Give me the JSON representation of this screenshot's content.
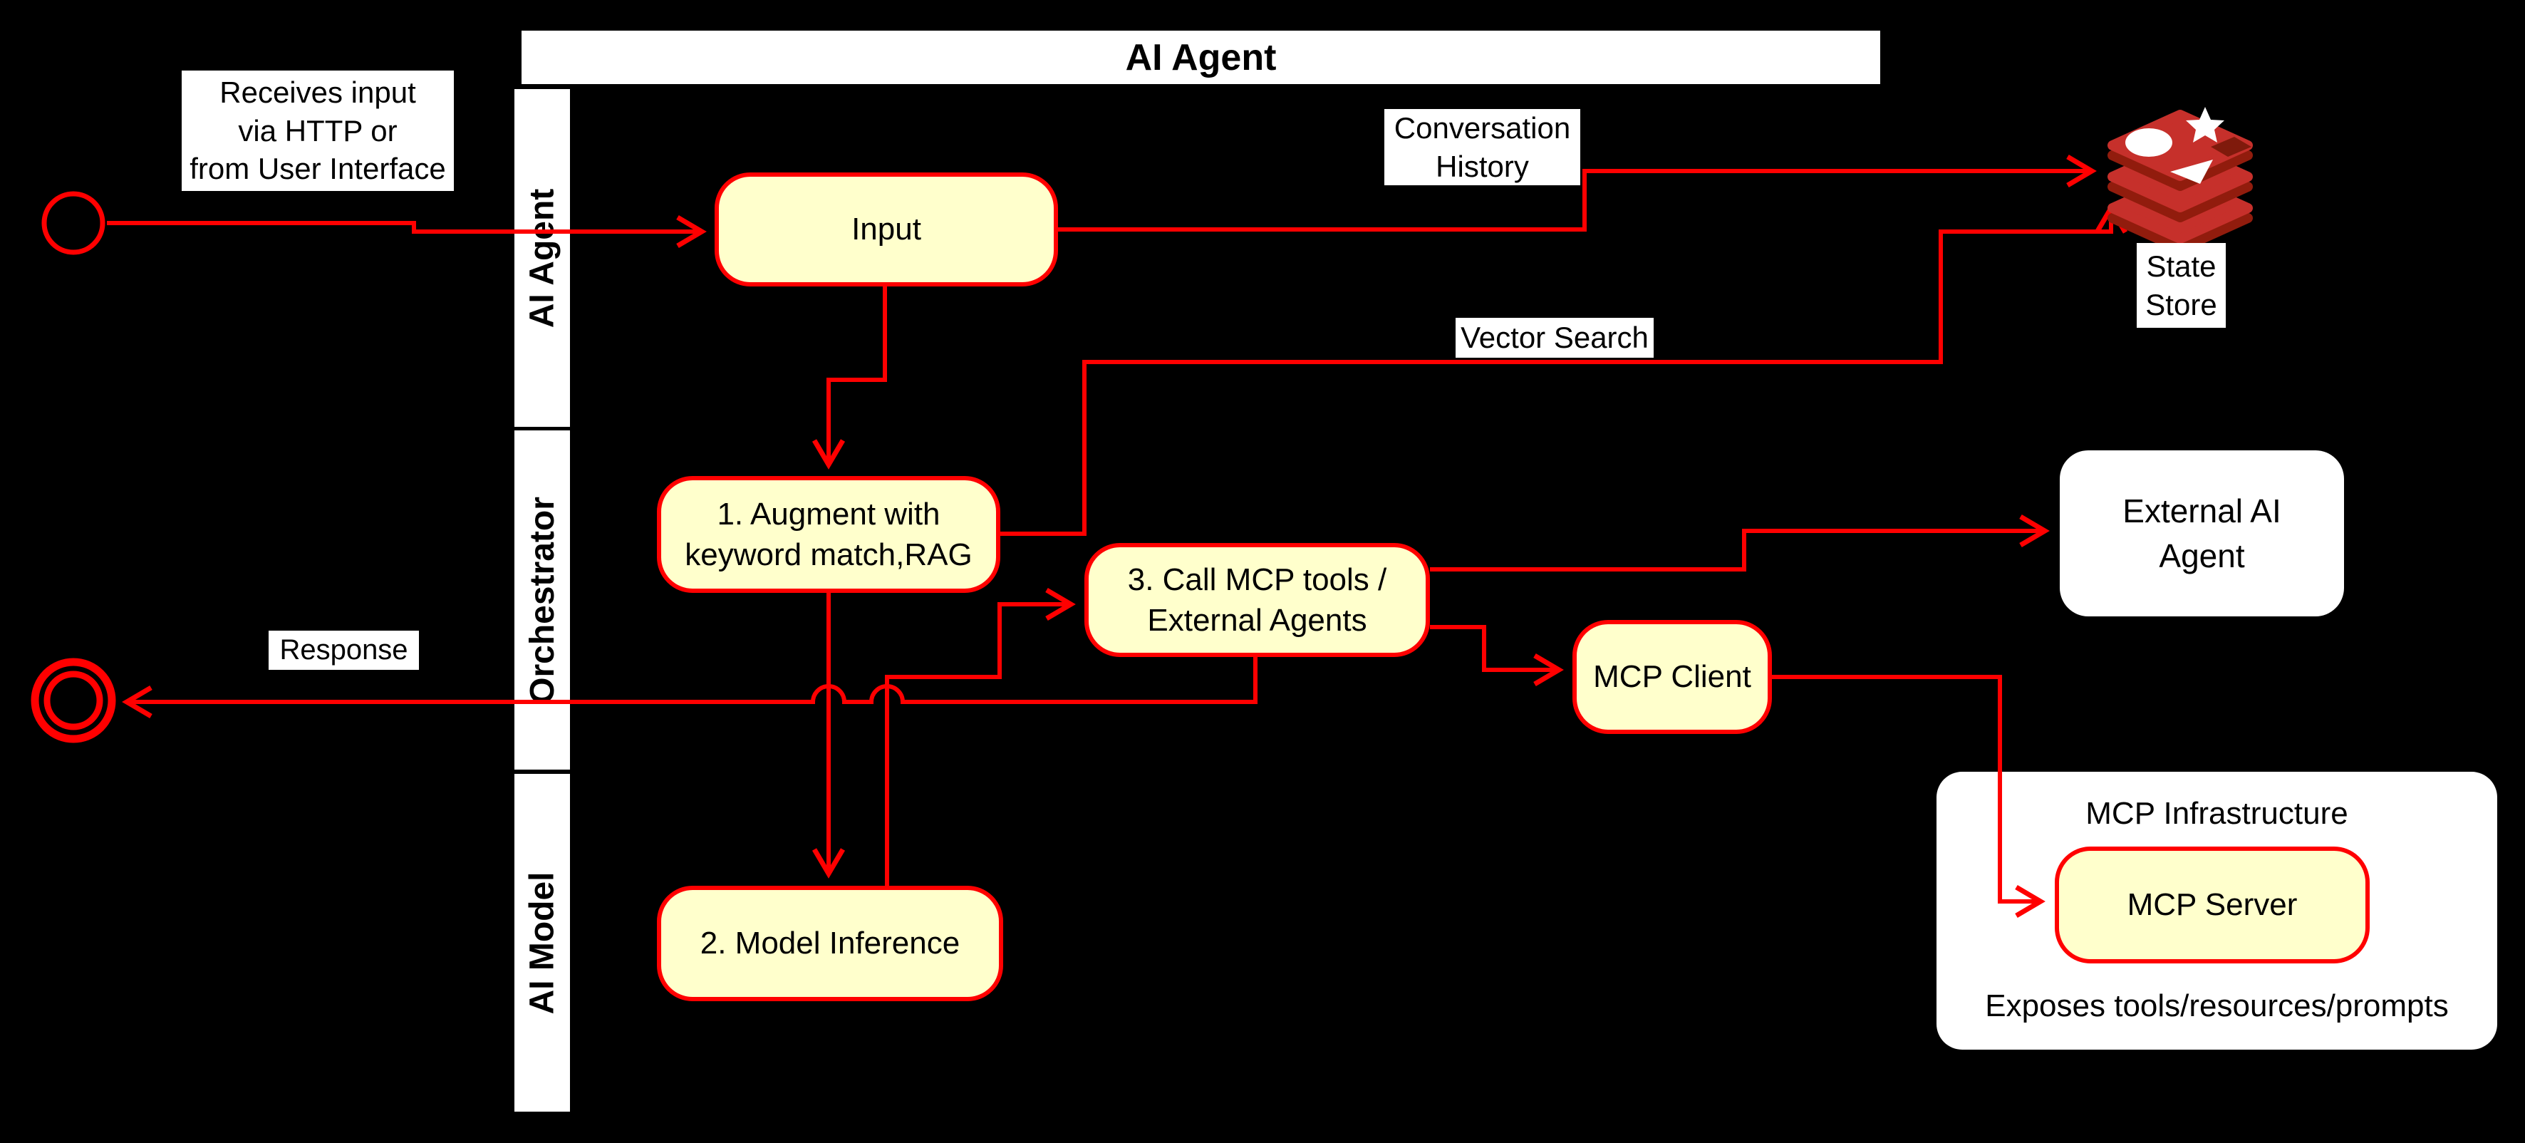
{
  "diagram": {
    "title": "AI Agent",
    "lanes": [
      {
        "label": "AI Agent"
      },
      {
        "label": "Orchestrator"
      },
      {
        "label": "AI Model"
      }
    ],
    "nodes": {
      "input": {
        "label": "Input"
      },
      "augment": {
        "line1": "1. Augment with",
        "line2": "keyword match,RAG"
      },
      "model_inference": {
        "label": "2. Model Inference"
      },
      "call_mcp": {
        "line1": "3. Call MCP tools /",
        "line2": "External Agents"
      },
      "mcp_client": {
        "label": "MCP Client"
      },
      "mcp_server": {
        "label": "MCP Server"
      },
      "external_agent": {
        "line1": "External AI",
        "line2": "Agent"
      }
    },
    "labels": {
      "receives": {
        "line1": "Receives input",
        "line2": "via HTTP or",
        "line3": "from User Interface"
      },
      "conversation": {
        "line1": "Conversation",
        "line2": "History"
      },
      "vector_search": "Vector Search",
      "state_store": {
        "line1": "State",
        "line2": "Store"
      },
      "response": "Response"
    },
    "containers": {
      "mcp_infra": {
        "title": "MCP Infrastructure",
        "caption": "Exposes tools/resources/prompts"
      }
    },
    "icons": {
      "state_store_icon": "redis-database-stack-icon"
    },
    "colors": {
      "background": "#000000",
      "wire": "#FF0000",
      "node_fill": "#FFFFCC",
      "node_border": "#FF0000",
      "lane_fill": "#FFFFFF",
      "text": "#000000",
      "redis_bright": "#C6302B",
      "redis_dark": "#911C0D"
    }
  }
}
